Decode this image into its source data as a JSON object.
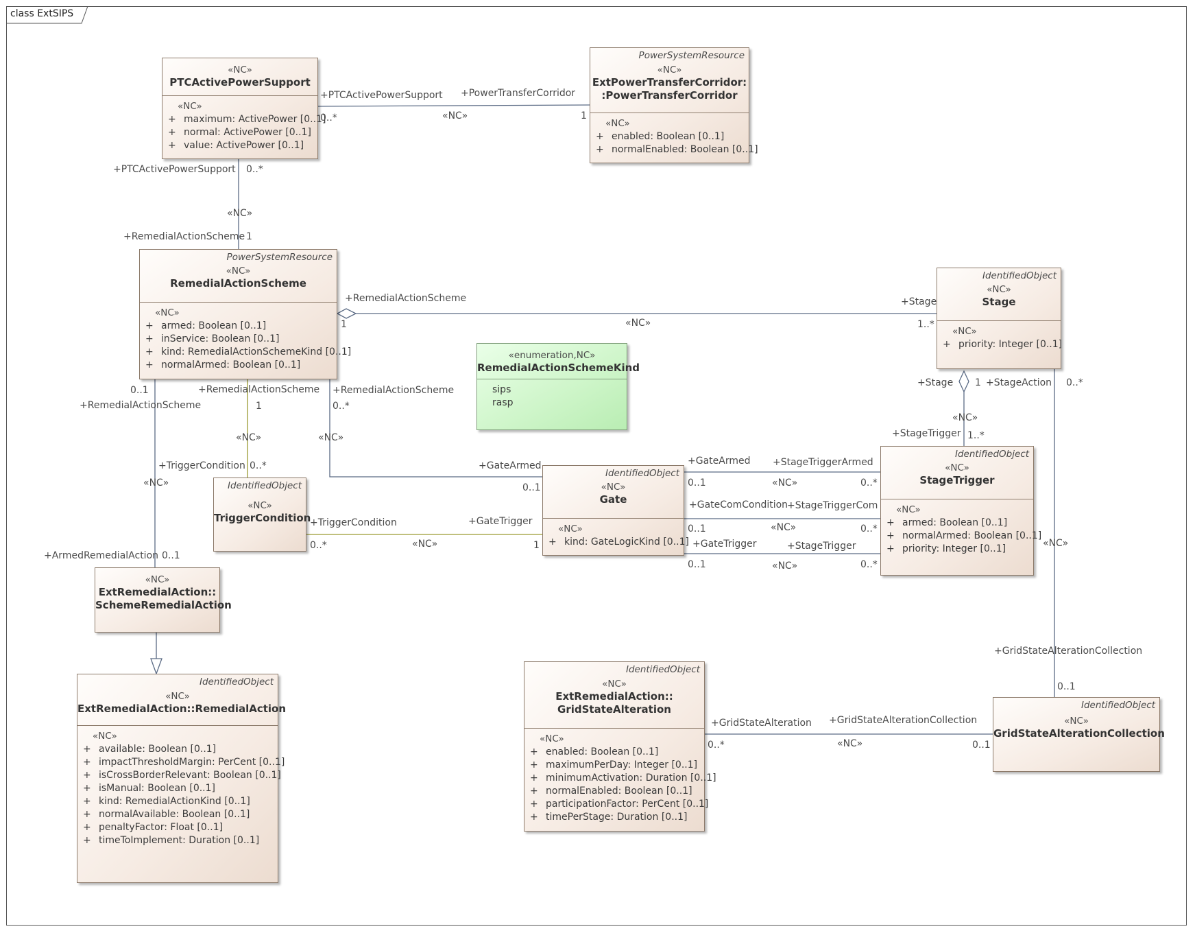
{
  "frame": {
    "title": "class ExtSIPS"
  },
  "classes": [
    {
      "name": "PTCActivePowerSupport",
      "parent": "",
      "stereotype": "«NC»",
      "attr_stereotype": "«NC»",
      "attributes": [
        "maximum: ActivePower [0..1]",
        "normal: ActivePower [0..1]",
        "value: ActivePower [0..1]"
      ]
    },
    {
      "name": "ExtPowerTransferCorridor::PowerTransferCorridor",
      "parent": "PowerSystemResource",
      "stereotype": "«NC»",
      "attr_stereotype": "«NC»",
      "attributes": [
        "enabled: Boolean [0..1]",
        "normalEnabled: Boolean [0..1]"
      ]
    },
    {
      "name": "RemedialActionScheme",
      "parent": "PowerSystemResource",
      "stereotype": "«NC»",
      "attr_stereotype": "«NC»",
      "attributes": [
        "armed: Boolean [0..1]",
        "inService: Boolean [0..1]",
        "kind: RemedialActionSchemeKind [0..1]",
        "normalArmed: Boolean [0..1]"
      ]
    },
    {
      "name": "Stage",
      "parent": "IdentifiedObject",
      "stereotype": "«NC»",
      "attr_stereotype": "«NC»",
      "attributes": [
        "priority: Integer [0..1]"
      ]
    },
    {
      "name": "RemedialActionSchemeKind",
      "parent": "",
      "stereotype": "«enumeration,NC»",
      "attr_stereotype": "",
      "literals": [
        "sips",
        "rasp"
      ]
    },
    {
      "name": "TriggerCondition",
      "parent": "IdentifiedObject",
      "stereotype": "«NC»",
      "attr_stereotype": "",
      "attributes": []
    },
    {
      "name": "Gate",
      "parent": "IdentifiedObject",
      "stereotype": "«NC»",
      "attr_stereotype": "«NC»",
      "attributes": [
        "kind: GateLogicKind [0..1]"
      ]
    },
    {
      "name": "StageTrigger",
      "parent": "IdentifiedObject",
      "stereotype": "«NC»",
      "attr_stereotype": "«NC»",
      "attributes": [
        "armed: Boolean [0..1]",
        "normalArmed: Boolean [0..1]",
        "priority: Integer [0..1]"
      ]
    },
    {
      "name": "ExtRemedialAction::SchemeRemedialAction",
      "parent": "",
      "stereotype": "«NC»",
      "attr_stereotype": "",
      "attributes": []
    },
    {
      "name": "ExtRemedialAction::RemedialAction",
      "parent": "IdentifiedObject",
      "stereotype": "«NC»",
      "attr_stereotype": "«NC»",
      "attributes": [
        "available: Boolean [0..1]",
        "impactThresholdMargin: PerCent [0..1]",
        "isCrossBorderRelevant: Boolean [0..1]",
        "isManual: Boolean [0..1]",
        "kind: RemedialActionKind [0..1]",
        "normalAvailable: Boolean [0..1]",
        "penaltyFactor: Float [0..1]",
        "timeToImplement: Duration [0..1]"
      ]
    },
    {
      "name": "ExtRemedialAction::GridStateAlteration",
      "parent": "IdentifiedObject",
      "stereotype": "«NC»",
      "attr_stereotype": "«NC»",
      "attributes": [
        "enabled: Boolean [0..1]",
        "maximumPerDay: Integer [0..1]",
        "minimumActivation: Duration [0..1]",
        "normalEnabled: Boolean [0..1]",
        "participationFactor: PerCent [0..1]",
        "timePerStage: Duration [0..1]"
      ]
    },
    {
      "name": "GridStateAlterationCollection",
      "parent": "IdentifiedObject",
      "stereotype": "«NC»",
      "attr_stereotype": "",
      "attributes": []
    }
  ],
  "classes_display": {
    "ext_power_transfer_line1": "ExtPowerTransferCorridor:",
    "ext_power_transfer_line2": ":PowerTransferCorridor",
    "scheme_remedial_line1": "ExtRemedialAction::",
    "scheme_remedial_line2": "SchemeRemedialAction",
    "grid_state_line1": "ExtRemedialAction::",
    "grid_state_line2": "GridStateAlteration"
  },
  "visibility_symbol": "+",
  "associations": [
    {
      "source_role": "+PTCActivePowerSupport",
      "source_mult": "0..*",
      "target_role": "+PowerTransferCorridor",
      "target_mult": "1",
      "stereotype": "«NC»"
    },
    {
      "source_role": "+PTCActivePowerSupport",
      "source_mult": "0..*",
      "target_role": "+RemedialActionScheme",
      "target_mult": "1",
      "stereotype": "«NC»"
    },
    {
      "source_role": "+RemedialActionScheme",
      "source_mult": "1",
      "target_role": "+Stage",
      "target_mult": "1..*",
      "stereotype": "«NC»",
      "kind": "aggregation"
    },
    {
      "source_role": "+Stage",
      "source_mult": "1",
      "target_role": "+StageTrigger",
      "target_mult": "1..*",
      "stereotype": "«NC»",
      "kind": "aggregation"
    },
    {
      "source_role": "+RemedialActionScheme",
      "source_mult": "1",
      "target_role": "+TriggerCondition",
      "target_mult": "0..*",
      "stereotype": "«NC»"
    },
    {
      "source_role": "+RemedialActionScheme",
      "source_mult": "0..*",
      "target_role": "+GateArmed",
      "target_mult": "0..1",
      "stereotype": "«NC»"
    },
    {
      "source_role": "+RemedialActionScheme",
      "source_mult": "0..1",
      "target_role": "+ArmedRemedialAction",
      "target_mult": "0..1",
      "stereotype": "«NC»"
    },
    {
      "source_role": "+TriggerCondition",
      "source_mult": "0..*",
      "target_role": "+GateTrigger",
      "target_mult": "1",
      "stereotype": "«NC»"
    },
    {
      "source_role": "+GateArmed",
      "source_mult": "0..1",
      "target_role": "+StageTriggerArmed",
      "target_mult": "0..*",
      "stereotype": "«NC»"
    },
    {
      "source_role": "+GateComCondition",
      "source_mult": "0..1",
      "target_role": "+StageTriggerCom",
      "target_mult": "0..*",
      "stereotype": "«NC»"
    },
    {
      "source_role": "+GateTrigger",
      "source_mult": "0..1",
      "target_role": "+StageTrigger",
      "target_mult": "0..*",
      "stereotype": "«NC»"
    },
    {
      "source_role": "+StageAction",
      "source_mult": "0..*",
      "target_role": "+GridStateAlterationCollection",
      "target_mult": "0..1",
      "stereotype": "«NC»"
    },
    {
      "source_role": "+GridStateAlteration",
      "source_mult": "0..*",
      "target_role": "+GridStateAlterationCollection",
      "target_mult": "0..1",
      "stereotype": "«NC»"
    }
  ],
  "generalizations": [
    {
      "child": "ExtRemedialAction::SchemeRemedialAction",
      "parent": "ExtRemedialAction::RemedialAction"
    }
  ],
  "colors": {
    "line": "#5a6a84",
    "trigger_line": "#9a9a30",
    "class_border": "#8c7a6a",
    "enum_fill": "#cdf5c8"
  }
}
